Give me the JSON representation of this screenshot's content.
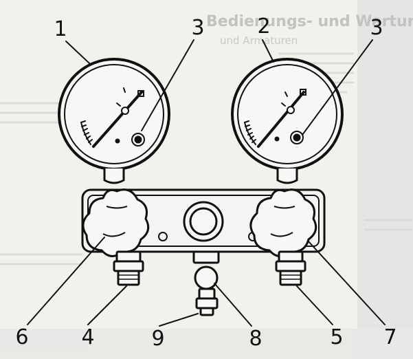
{
  "background_text": {
    "heading": "Bedienungs- und Wartungs",
    "subheading": "und Armaturen"
  },
  "callouts": [
    "1",
    "2",
    "3",
    "3",
    "6",
    "4",
    "9",
    "8",
    "5",
    "7"
  ],
  "colors": {
    "ink": "#111111",
    "paper": "#f3f1ec",
    "faded": "#b9b9b9",
    "metal": "#e9e9e9"
  }
}
